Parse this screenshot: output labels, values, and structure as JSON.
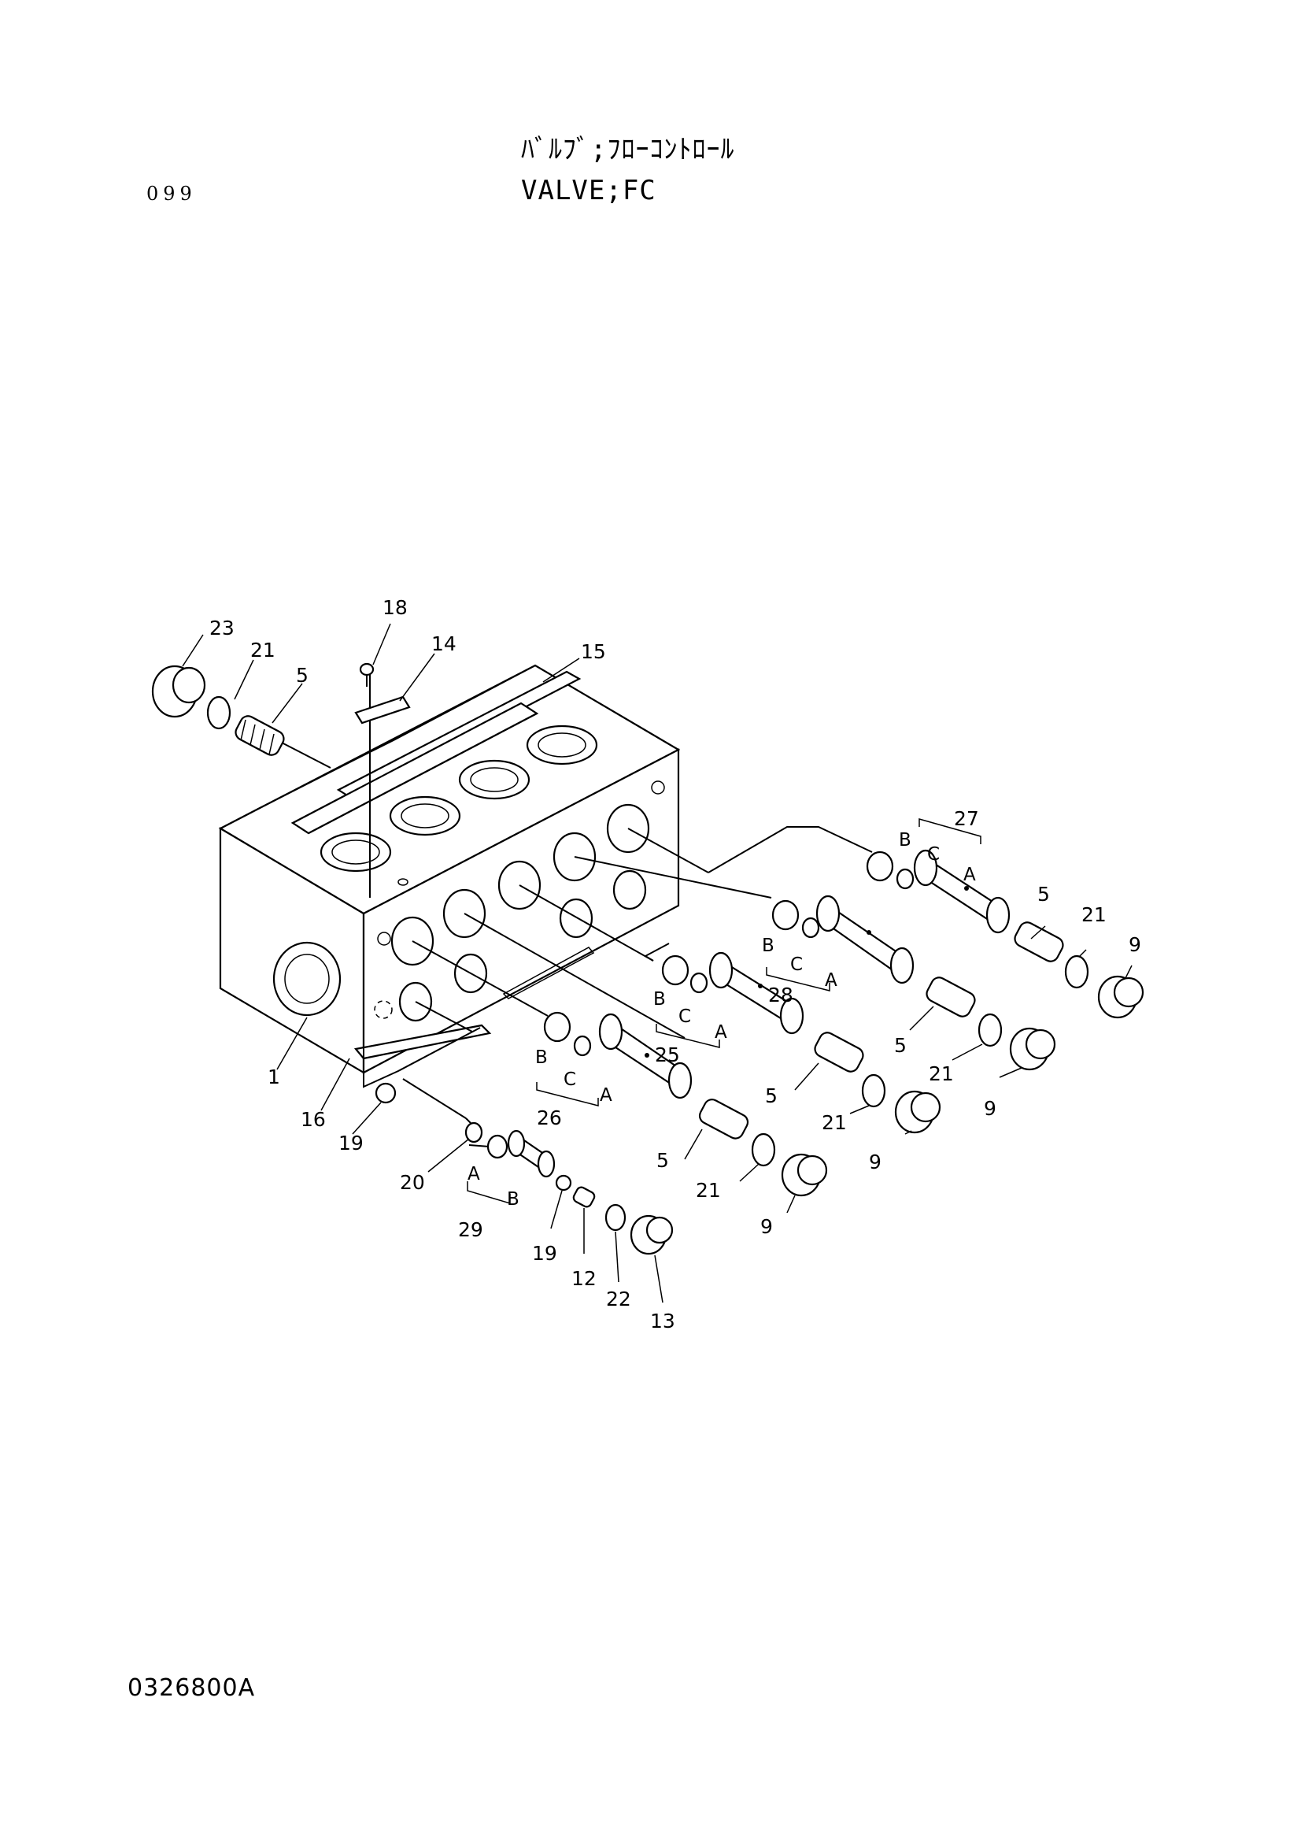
{
  "header": {
    "title_jp": "ﾊﾞﾙﾌﾞ;ﾌﾛｰｺﾝﾄﾛｰﾙ",
    "title_en": "VALVE;FC",
    "page_number": "099"
  },
  "footer": {
    "drawing_number": "0326800A"
  },
  "callouts": {
    "c23": "23",
    "c21a": "21",
    "c5a": "5",
    "c18": "18",
    "c14": "14",
    "c15": "15",
    "c1": "1",
    "c16": "16",
    "c19a": "19",
    "c20": "20",
    "c29": "29",
    "c19b": "19",
    "c12": "12",
    "c22": "22",
    "c13": "13",
    "c26": "26",
    "c5b": "5",
    "c21b": "21",
    "c9a": "9",
    "c25": "25",
    "c5c": "5",
    "c21c": "21",
    "c9b": "9",
    "c28": "28",
    "c5d": "5",
    "c21d": "21",
    "c9c": "9",
    "c27": "27",
    "c5e": "5",
    "c21e": "21",
    "c9d": "9"
  },
  "sublabels": {
    "a": "A",
    "b": "B",
    "c": "C"
  }
}
